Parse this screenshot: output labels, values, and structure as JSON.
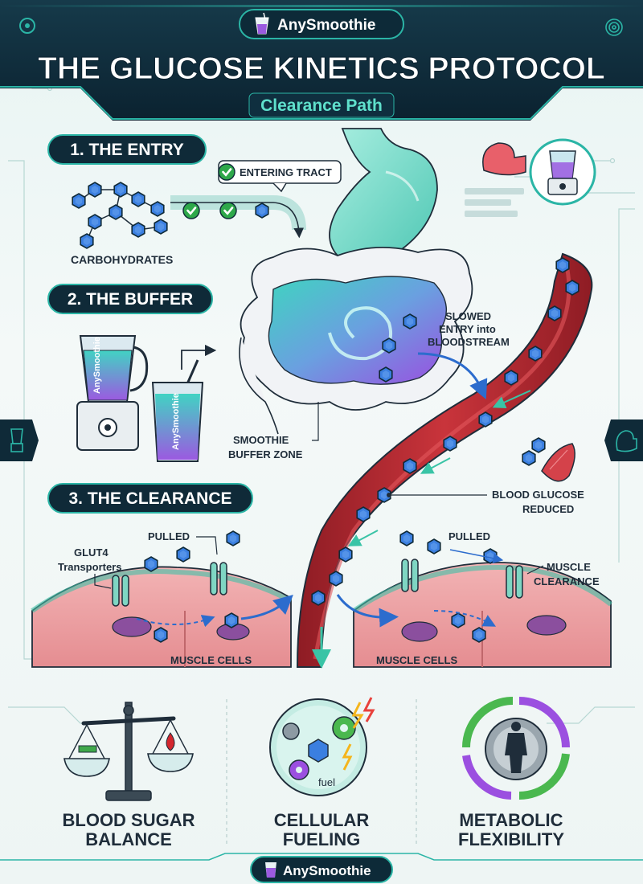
{
  "brand": {
    "name": "AnySmoothie",
    "footer_name": "AnySmoothie"
  },
  "title": "THE GLUCOSE KINETICS PROTOCOL",
  "subtitle": "Clearance Path",
  "sections": {
    "entry": "1. THE ENTRY",
    "buffer": "2. THE BUFFER",
    "clearance": "3. THE CLEARANCE"
  },
  "labels": {
    "entering_tract": "ENTERING TRACT",
    "carbohydrates": "CARBOHYDRATES",
    "slowed_entry": [
      "SLOWED",
      "ENTRY into",
      "BLOODSTREAM"
    ],
    "buffer_zone": [
      "SMOOTHIE",
      "BUFFER ZONE"
    ],
    "blood_glucose": [
      "BLOOD GLUCOSE",
      "REDUCED"
    ],
    "pulled_left": "PULLED",
    "pulled_right": "PULLED",
    "glut4": [
      "GLUT4",
      "Transporters"
    ],
    "muscle_clearance": [
      "MUSCLE",
      "CLEARANCE"
    ],
    "muscle_cells_left": "MUSCLE CELLS",
    "muscle_cells_right": "MUSCLE CELLS",
    "blender_brand": "AnySmoothie",
    "cup_brand": "AnySmoothie",
    "fuel": "fuel"
  },
  "benefits": [
    {
      "line1": "BLOOD SUGAR",
      "line2": "BALANCE",
      "icon": "balance-scale-icon"
    },
    {
      "line1": "CELLULAR",
      "line2": "FUELING",
      "icon": "cell-gears-icon"
    },
    {
      "line1": "METABOLIC",
      "line2": "FLEXIBILITY",
      "icon": "cycle-person-icon"
    }
  ],
  "colors": {
    "navy": "#0f2a38",
    "teal": "#2bb5a6",
    "hexagon": "#2f6fd6",
    "artery": "#b3262e",
    "purple": "#8b48d8",
    "check": "#2ea84a"
  }
}
